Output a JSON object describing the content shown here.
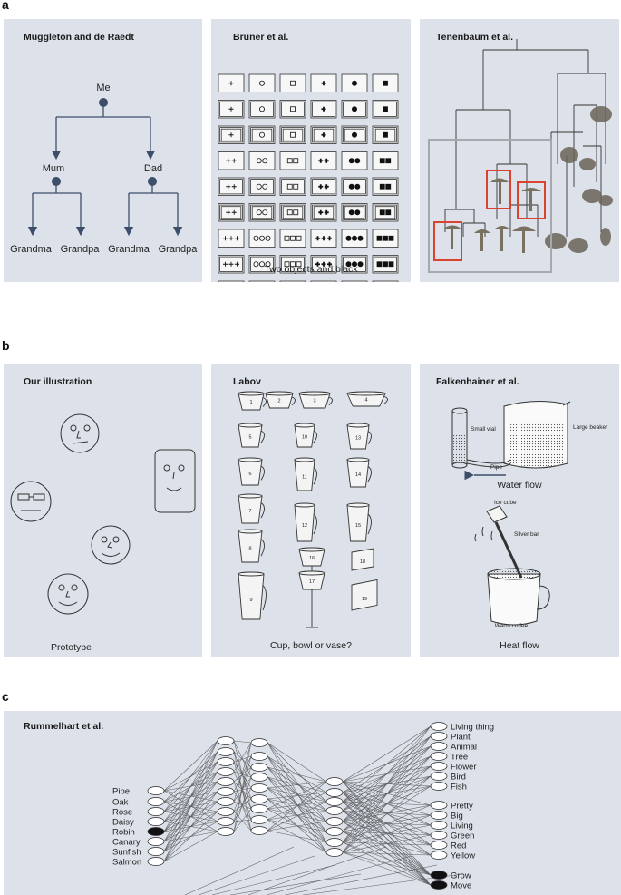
{
  "panel_labels": {
    "a": "a",
    "b": "b",
    "c": "c"
  },
  "muggleton": {
    "title": "Muggleton and de Raedt",
    "nodes": {
      "me": "Me",
      "mum": "Mum",
      "dad": "Dad",
      "grandma1": "Grandma",
      "grandpa1": "Grandpa",
      "grandma2": "Grandma",
      "grandpa2": "Grandpa"
    }
  },
  "bruner": {
    "title": "Bruner et al.",
    "caption": "Two objects and black"
  },
  "tenenbaum": {
    "title": "Tenenbaum et al."
  },
  "our_illustration": {
    "title": "Our illustration",
    "caption": "Prototype"
  },
  "labov": {
    "title": "Labov",
    "caption": "Cup, bowl or vase?",
    "numbers": [
      "1",
      "2",
      "3",
      "4",
      "5",
      "10",
      "13",
      "6",
      "11",
      "14",
      "7",
      "12",
      "15",
      "8",
      "16",
      "18",
      "9",
      "17",
      "19"
    ]
  },
  "falkenhainer": {
    "title": "Falkenhainer et al.",
    "labels": {
      "small_vial": "Small vial",
      "large_beaker": "Large beaker",
      "pipe": "Pipe",
      "ice_cube": "Ice cube",
      "silver_bar": "Silver bar",
      "warm_coffee": "Warm coffee"
    },
    "water_caption": "Water flow",
    "heat_caption": "Heat flow"
  },
  "rummelhart": {
    "title": "Rummelhart et al.",
    "inputs": [
      "Pipe",
      "Oak",
      "Rose",
      "Daisy",
      "Robin",
      "Canary",
      "Sunfish",
      "Salmon"
    ],
    "outputs_group1": [
      "Living thing",
      "Plant",
      "Animal",
      "Tree",
      "Flower",
      "Bird",
      "Fish"
    ],
    "outputs_group2": [
      "Pretty",
      "Big",
      "Living",
      "Green",
      "Red",
      "Yellow"
    ],
    "outputs_group3": [
      "Grow",
      "Move"
    ]
  },
  "colors": {
    "panel_bg": "#dde2ea",
    "node": "#3d4e6b",
    "highlight": "#d9432f",
    "line": "#333333"
  }
}
